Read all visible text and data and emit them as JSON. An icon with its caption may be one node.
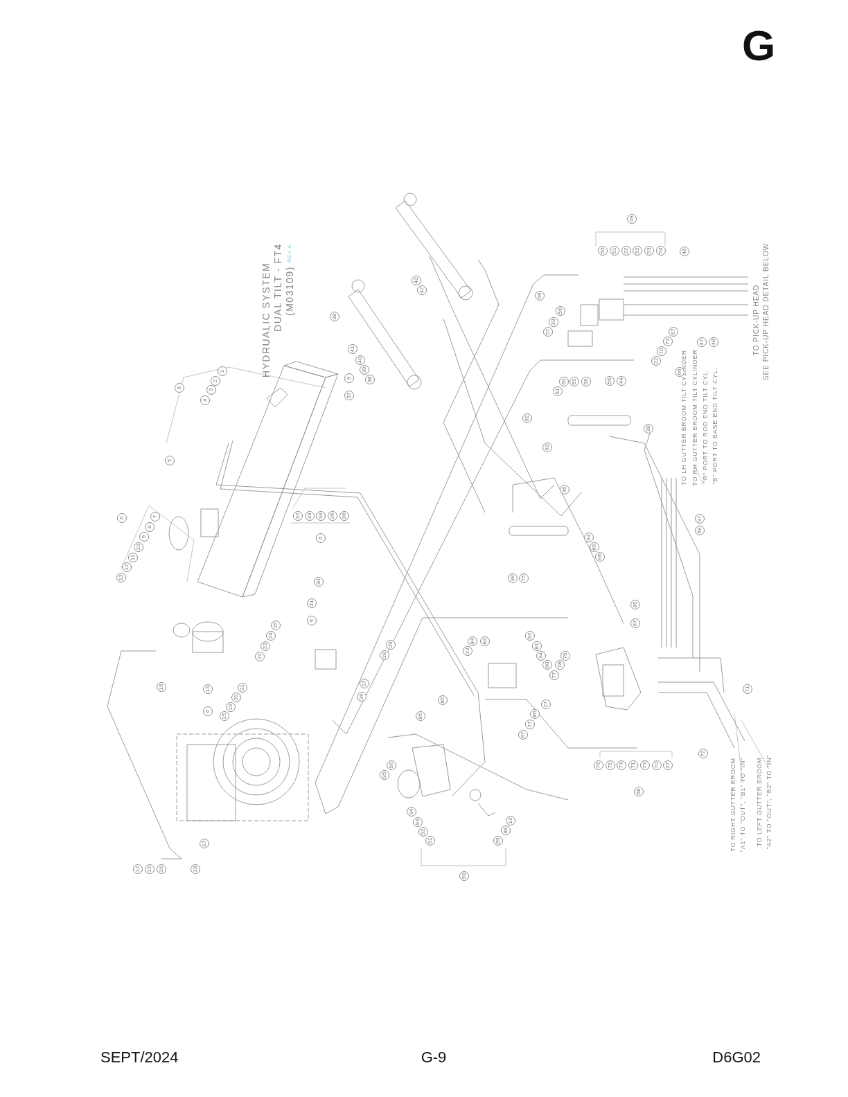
{
  "diagram": {
    "labels": [
      "G",
      "HYDRUALIC SYSTEM",
      "DUAL TILT - FT4",
      "REV A",
      "(M03109)",
      "TO LH GUTTER BROOM TILT CYLINDER",
      "TO RH GUTTER BROOM TILT CYLINDER",
      "\"R\" PORT TO ROD END TILT CYL.",
      "\"B\" PORT TO BASE END TILT CYL.",
      "TO PICK-UP HEAD",
      "SEE PICK-UP HEAD DETAIL BELOW",
      "TO RIGHT GUTTER BROOM",
      "\"A1\" TO \"OUT\", \"B1\" TO \"IN\"",
      "TO LEFT GUTTER BROOM",
      "\"A2\" TO \"OUT\", \"B2\" TO \"IN\"",
      "1",
      "2",
      "3",
      "4",
      "6",
      "5",
      "38",
      "41",
      "40",
      "39",
      "38",
      "6",
      "37",
      "43",
      "42",
      "49",
      "50",
      "51",
      "22",
      "52",
      "53",
      "54",
      "46",
      "66",
      "56",
      "33",
      "57",
      "67",
      "71",
      "70",
      "22",
      "66",
      "47",
      "48",
      "55",
      "44",
      "61",
      "60",
      "59",
      "58",
      "38",
      "62",
      "63",
      "45",
      "7",
      "8",
      "9",
      "10",
      "11",
      "12",
      "13",
      "6",
      "32",
      "33",
      "34",
      "35",
      "36",
      "6",
      "64",
      "65",
      "66",
      "97",
      "69",
      "30",
      "31",
      "6",
      "38",
      "75",
      "85",
      "25",
      "67",
      "24",
      "23",
      "22",
      "29",
      "28",
      "84",
      "83",
      "23",
      "82",
      "81",
      "34",
      "80",
      "79",
      "78",
      "77",
      "27",
      "26",
      "21",
      "20",
      "19",
      "15",
      "15",
      "14",
      "6",
      "85",
      "27",
      "86",
      "27",
      "87",
      "85",
      "71",
      "72",
      "96",
      "76",
      "75",
      "74",
      "71",
      "73",
      "70",
      "27",
      "95",
      "68",
      "94",
      "93",
      "92",
      "91",
      "89",
      "88",
      "13",
      "17",
      "12",
      "15",
      "16",
      "18",
      "90",
      "SEPT/2024",
      "G-9",
      "D6G02"
    ]
  }
}
